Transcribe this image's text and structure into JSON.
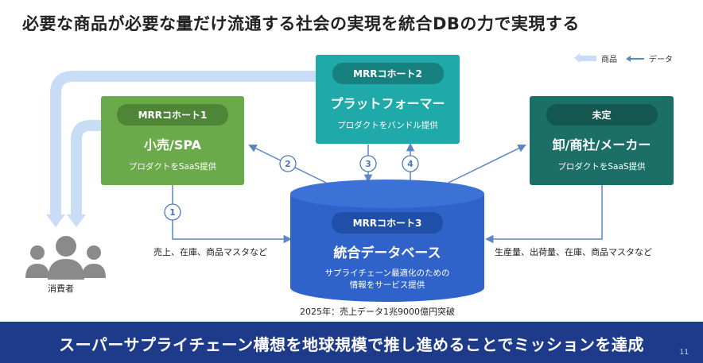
{
  "title": "必要な商品が必要な量だけ流通する社会の実現を統合DBの力で実現する",
  "legend": {
    "product_label": "商品",
    "data_label": "データ"
  },
  "cohort1": {
    "badge": "MRRコホート1",
    "name": "小売/SPA",
    "desc": "プロダクトをSaaS提供"
  },
  "cohort2": {
    "badge": "MRRコホート2",
    "name": "プラットフォーマー",
    "desc": "プロダクトをバンドル提供"
  },
  "undecided": {
    "badge": "未定",
    "name": "卸/商社/メーカー",
    "desc": "プロダクトをSaaS提供"
  },
  "database": {
    "badge": "MRRコホート3",
    "name": "統合データベース",
    "desc_line1": "サプライチェーン最適化のための",
    "desc_line2": "情報をサービス提供"
  },
  "steps": {
    "s1": "1",
    "s2": "2",
    "s3": "3",
    "s4": "4"
  },
  "left_flow_text": "売上、在庫、商品マスタなど",
  "right_flow_text": "生産量、出荷量、在庫、商品マスタなど",
  "consumer_label": "消費者",
  "footnote": "2025年：売上データ1兆9000億円突破",
  "bottom_message": "スーパーサプライチェーン構想を地球規模で推し進めることでミッションを達成",
  "page_number": "11",
  "colors": {
    "product_arrow": "#c9dcf6",
    "data_arrow": "#5b86c6",
    "cohort1": "#6aaa4a",
    "cohort2": "#1fa9a8",
    "undecided": "#1b6f66",
    "database": "#2f63c9",
    "bottom_bar": "#1e3a8a"
  }
}
